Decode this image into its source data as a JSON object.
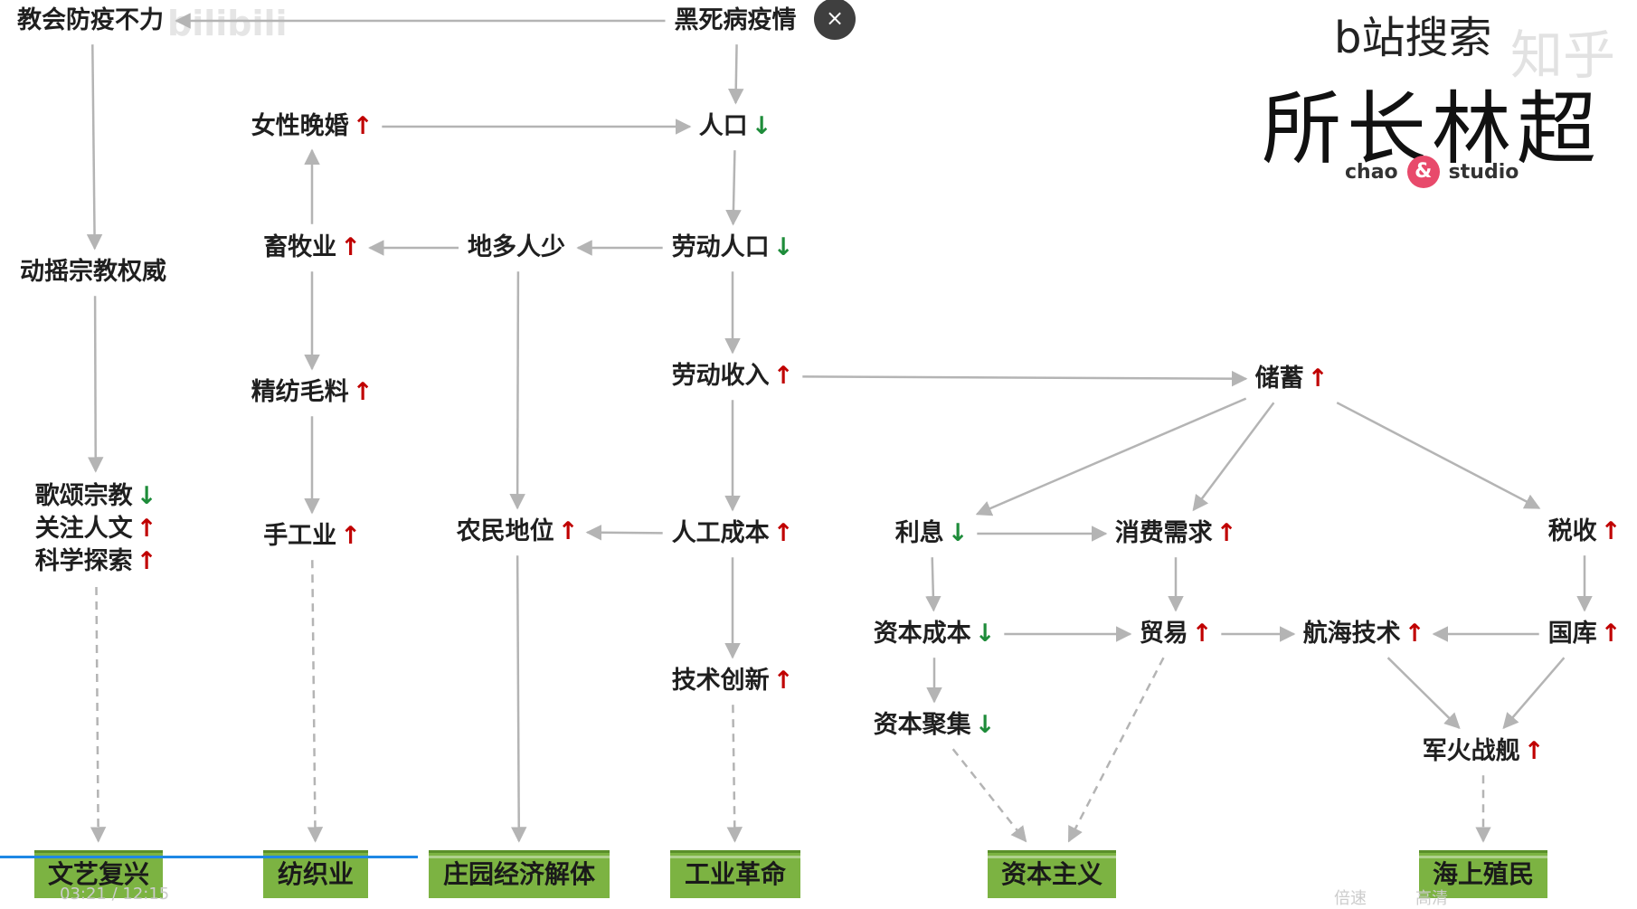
{
  "watermarks": {
    "bilibili": "bilibili",
    "zhihu": "知乎"
  },
  "brand": {
    "search_label": "b站搜索",
    "name": "所长林超",
    "studio_left": "chao",
    "studio_amp": "&",
    "studio_right": "studio"
  },
  "player": {
    "close_icon": "×",
    "time": "03:21 / 12:15",
    "progress": 0.255,
    "speed_label": "倍速",
    "quality_label": "高清"
  },
  "colors": {
    "up_arrow": "#c00000",
    "down_arrow": "#1e8c3a",
    "outcome_fill": "#7cb342",
    "edge": "#b4b4b4"
  },
  "nodes": {
    "church_failure": {
      "label": "教会防疫不力",
      "trend": ""
    },
    "black_death": {
      "label": "黑死病疫情",
      "trend": ""
    },
    "late_marriage": {
      "label": "女性晚婚",
      "trend": "up"
    },
    "population": {
      "label": "人口",
      "trend": "down"
    },
    "religious_authority": {
      "label": "动摇宗教权威",
      "trend": ""
    },
    "animal_husbandry": {
      "label": "畜牧业",
      "trend": "up"
    },
    "much_land_few_people": {
      "label": "地多人少",
      "trend": ""
    },
    "labor_population": {
      "label": "劳动人口",
      "trend": "down"
    },
    "fine_wool": {
      "label": "精纺毛料",
      "trend": "up"
    },
    "labor_income": {
      "label": "劳动收入",
      "trend": "up"
    },
    "savings": {
      "label": "储蓄",
      "trend": "up"
    },
    "religion_chant": {
      "label": "歌颂宗教",
      "trend": "down"
    },
    "humanism": {
      "label": "关注人文",
      "trend": "up"
    },
    "science": {
      "label": "科学探索",
      "trend": "up"
    },
    "handicraft": {
      "label": "手工业",
      "trend": "up"
    },
    "peasant_status": {
      "label": "农民地位",
      "trend": "up"
    },
    "labor_cost": {
      "label": "人工成本",
      "trend": "up"
    },
    "interest": {
      "label": "利息",
      "trend": "down"
    },
    "consumer_demand": {
      "label": "消费需求",
      "trend": "up"
    },
    "tax": {
      "label": "税收",
      "trend": "up"
    },
    "capital_cost": {
      "label": "资本成本",
      "trend": "down"
    },
    "trade": {
      "label": "贸易",
      "trend": "up"
    },
    "navigation": {
      "label": "航海技术",
      "trend": "up"
    },
    "treasury": {
      "label": "国库",
      "trend": "up"
    },
    "tech_innovation": {
      "label": "技术创新",
      "trend": "up"
    },
    "capital_accumulation": {
      "label": "资本聚集",
      "trend": "down"
    },
    "warships": {
      "label": "军火战舰",
      "trend": "up"
    }
  },
  "outcomes": {
    "renaissance": "文艺复兴",
    "textile": "纺织业",
    "manor_collapse": "庄园经济解体",
    "industrial_revolution": "工业革命",
    "capitalism": "资本主义",
    "colonization": "海上殖民"
  },
  "edges": [
    {
      "from": "black_death",
      "to": "church_failure",
      "style": "solid"
    },
    {
      "from": "black_death",
      "to": "population",
      "style": "solid"
    },
    {
      "from": "late_marriage",
      "to": "population",
      "style": "solid"
    },
    {
      "from": "population",
      "to": "labor_population",
      "style": "solid"
    },
    {
      "from": "church_failure",
      "to": "religious_authority",
      "style": "solid"
    },
    {
      "from": "religious_authority",
      "to": "religion_chant",
      "style": "solid"
    },
    {
      "from": "animal_husbandry",
      "to": "late_marriage",
      "style": "solid"
    },
    {
      "from": "much_land_few_people",
      "to": "animal_husbandry",
      "style": "solid"
    },
    {
      "from": "labor_population",
      "to": "much_land_few_people",
      "style": "solid"
    },
    {
      "from": "animal_husbandry",
      "to": "fine_wool",
      "style": "solid"
    },
    {
      "from": "fine_wool",
      "to": "handicraft",
      "style": "solid"
    },
    {
      "from": "much_land_few_people",
      "to": "peasant_status",
      "style": "solid"
    },
    {
      "from": "labor_population",
      "to": "labor_income",
      "style": "solid"
    },
    {
      "from": "labor_income",
      "to": "savings",
      "style": "solid"
    },
    {
      "from": "labor_income",
      "to": "labor_cost",
      "style": "solid"
    },
    {
      "from": "labor_cost",
      "to": "peasant_status",
      "style": "solid"
    },
    {
      "from": "labor_cost",
      "to": "tech_innovation",
      "style": "solid"
    },
    {
      "from": "savings",
      "to": "interest",
      "style": "solid"
    },
    {
      "from": "savings",
      "to": "consumer_demand",
      "style": "solid"
    },
    {
      "from": "savings",
      "to": "tax",
      "style": "solid"
    },
    {
      "from": "interest",
      "to": "consumer_demand",
      "style": "solid"
    },
    {
      "from": "interest",
      "to": "capital_cost",
      "style": "solid"
    },
    {
      "from": "consumer_demand",
      "to": "trade",
      "style": "solid"
    },
    {
      "from": "tax",
      "to": "treasury",
      "style": "solid"
    },
    {
      "from": "capital_cost",
      "to": "trade",
      "style": "solid"
    },
    {
      "from": "capital_cost",
      "to": "capital_accumulation",
      "style": "solid"
    },
    {
      "from": "trade",
      "to": "navigation",
      "style": "solid"
    },
    {
      "from": "treasury",
      "to": "navigation",
      "style": "solid"
    },
    {
      "from": "navigation",
      "to": "warships",
      "style": "solid"
    },
    {
      "from": "treasury",
      "to": "warships",
      "style": "solid"
    },
    {
      "from": "science",
      "to": "renaissance",
      "style": "dashed"
    },
    {
      "from": "handicraft",
      "to": "textile",
      "style": "dashed"
    },
    {
      "from": "peasant_status",
      "to": "manor_collapse",
      "style": "solid"
    },
    {
      "from": "tech_innovation",
      "to": "industrial_revolution",
      "style": "dashed"
    },
    {
      "from": "capital_accumulation",
      "to": "capitalism",
      "style": "dashed"
    },
    {
      "from": "trade",
      "to": "capitalism",
      "style": "dashed"
    },
    {
      "from": "warships",
      "to": "colonization",
      "style": "dashed"
    }
  ]
}
